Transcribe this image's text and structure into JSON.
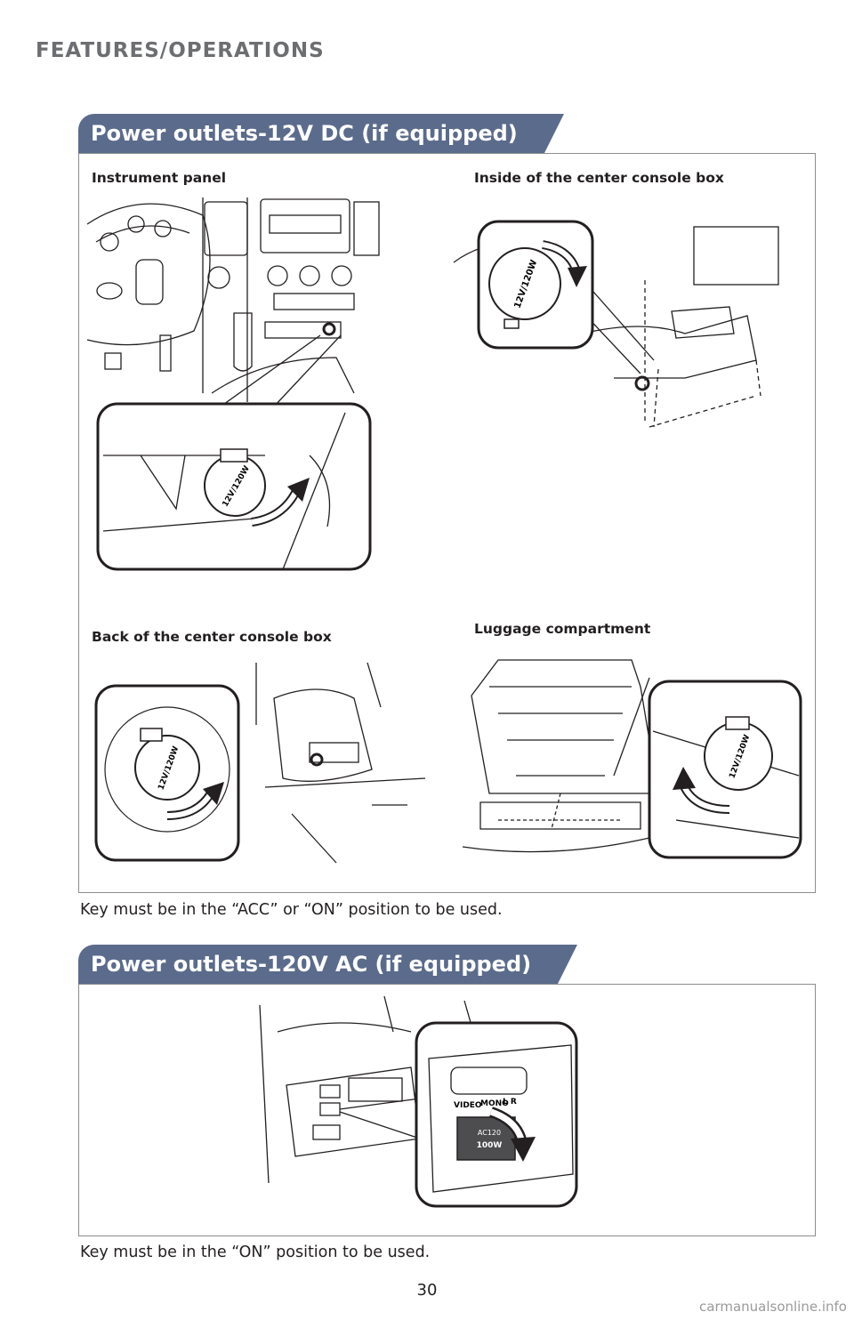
{
  "header": {
    "section": "FEATURES/OPERATIONS"
  },
  "dc_section": {
    "title": "Power outlets-12V DC (if equipped)",
    "captions": {
      "instrument_panel": "Instrument panel",
      "center_console_inside": "Inside of the center console box",
      "center_console_back": "Back of the center console box",
      "luggage": "Luggage compartment"
    },
    "outlet_label": "12V/120W",
    "note": "Key must be in the “ACC” or “ON” position to be used."
  },
  "ac_section": {
    "title": "Power outlets-120V AC (if equipped)",
    "panel_labels": {
      "video": "VIDEO",
      "mono": "MONO",
      "lr": "L R",
      "ac": "AC120",
      "watts": "100W"
    },
    "note": "Key must be in the “ON” position to be used."
  },
  "footer": {
    "page_number": "30",
    "watermark": "carmanualsonline.info"
  },
  "colors": {
    "tab_bg": "#5b6b8c",
    "header_gray": "#6d6e71",
    "border": "#8a8c8e"
  }
}
